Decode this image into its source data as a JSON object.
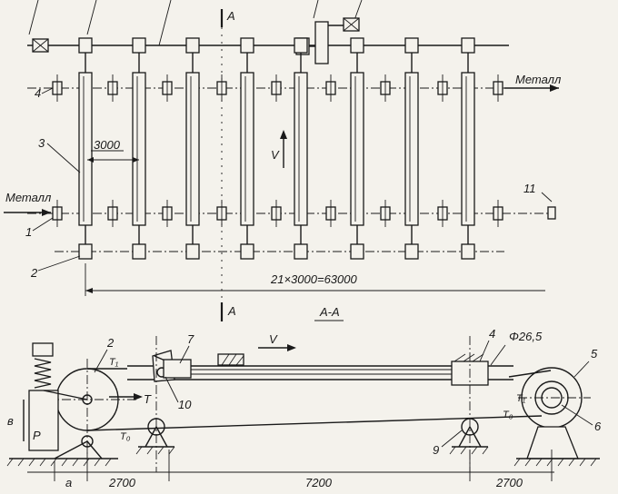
{
  "plan": {
    "section_mark_top": "A",
    "section_mark_bottom": "A",
    "metal_in": "Металл",
    "metal_out": "Металл",
    "velocity": "V",
    "pitch": "3000",
    "total_length": "21×3000=63000",
    "labels": {
      "l1": "1",
      "l2": "2",
      "l3": "3",
      "l4": "4",
      "l11": "11"
    }
  },
  "section": {
    "title": "A-A",
    "velocity": "V",
    "diameter": "Φ26,5",
    "tension_t1_left": "T₁",
    "tension_t1_right": "T₁",
    "tension_t0_left": "T₀",
    "tension_t0_right": "T₀",
    "force_t": "T",
    "force_p": "P",
    "dim_a": "a",
    "dim_b": "в",
    "labels": {
      "l2": "2",
      "l4": "4",
      "l5": "5",
      "l6": "6",
      "l7": "7",
      "l9": "9",
      "l10": "10"
    },
    "dimensions": [
      "2700",
      "7200",
      "2700"
    ]
  }
}
